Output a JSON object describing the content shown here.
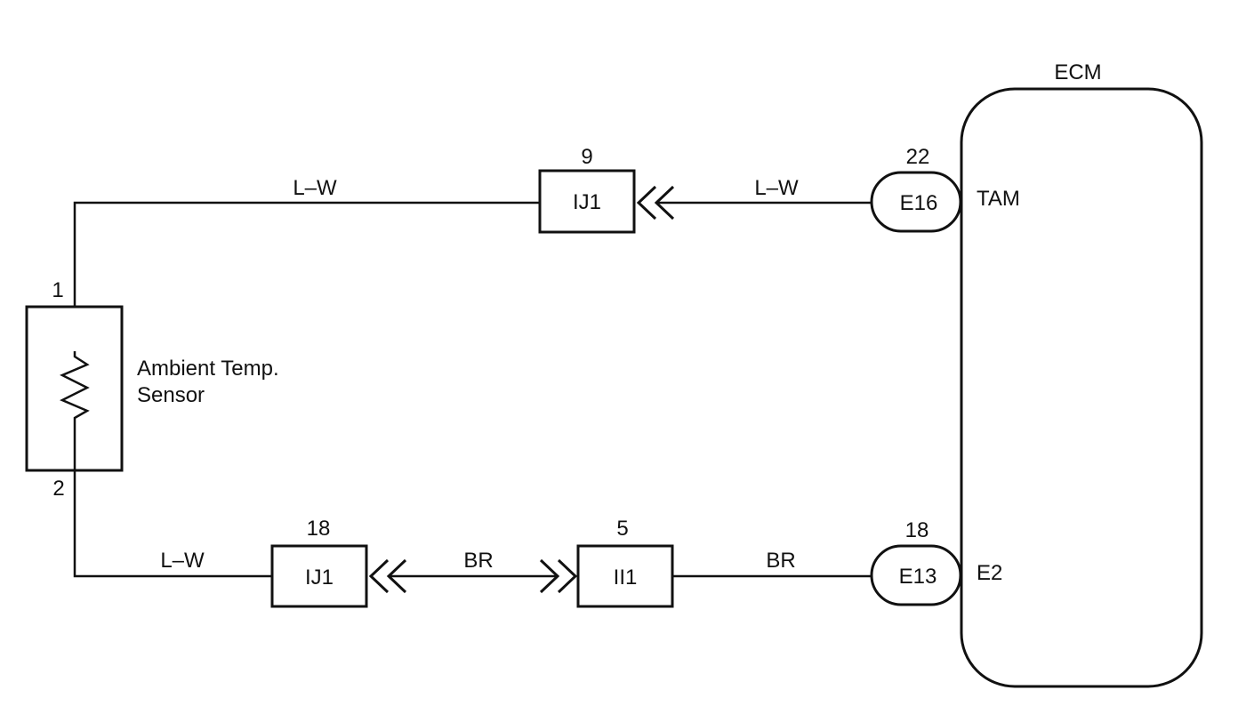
{
  "ecm": {
    "title": "ECM",
    "pin_tam": "TAM",
    "pin_e2": "E2"
  },
  "sensor": {
    "label_line1": "Ambient Temp.",
    "label_line2": "Sensor",
    "pin_top": "1",
    "pin_bottom": "2"
  },
  "top_wire": {
    "color_left": "L–W",
    "color_right": "L–W",
    "connector": {
      "name": "IJ1",
      "pin": "9"
    },
    "ecm_connector": {
      "name": "E16",
      "pin": "22"
    }
  },
  "bottom_wire": {
    "color_left": "L–W",
    "color_middle": "BR",
    "color_right": "BR",
    "connector_left": {
      "name": "IJ1",
      "pin": "18"
    },
    "connector_right": {
      "name": "II1",
      "pin": "5"
    },
    "ecm_connector": {
      "name": "E13",
      "pin": "18"
    }
  }
}
